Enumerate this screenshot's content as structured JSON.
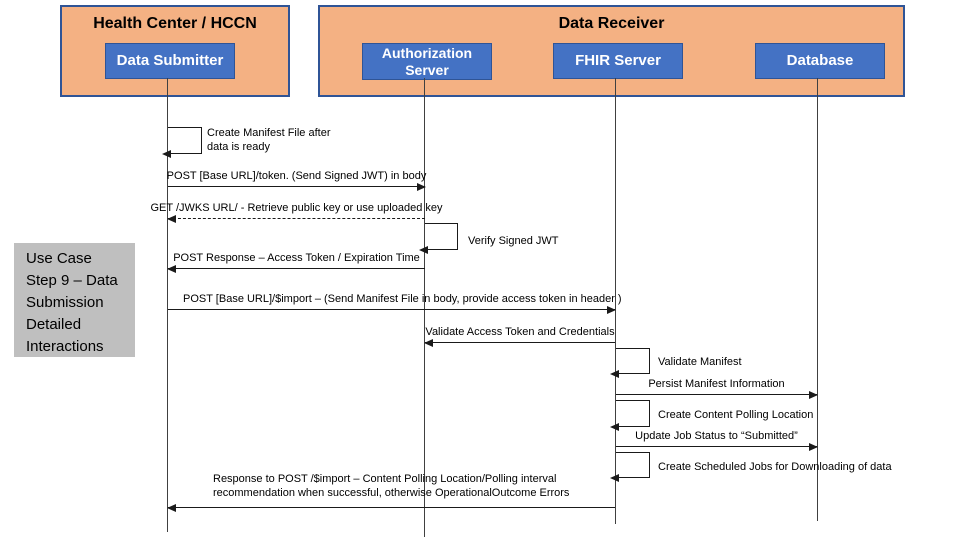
{
  "note": {
    "text": "Use Case\nStep 9 – Data\nSubmission\nDetailed\nInteractions"
  },
  "actors": {
    "health_center": {
      "title": "Health Center / HCCN",
      "data_submitter": "Data Submitter"
    },
    "data_receiver": {
      "title": "Data Receiver",
      "authorization_server": "Authorization Server",
      "fhir_server": "FHIR Server",
      "database": "Database"
    }
  },
  "messages": {
    "create_manifest": "Create Manifest File after\ndata is ready",
    "post_token": "POST    [Base URL]/token.  (Send Signed JWT) in body",
    "get_jwks": "GET /JWKS URL/ - Retrieve public key or use uploaded key",
    "verify_jwt": "Verify Signed JWT",
    "post_response": "POST Response  – Access Token / Expiration Time",
    "post_import": "POST    [Base URL]/$import – (Send Manifest File in body, provide access token in header )",
    "validate_token": "Validate Access Token and Credentials",
    "validate_manifest": "Validate Manifest",
    "persist_manifest": "Persist Manifest Information",
    "create_polling": "Create Content Polling Location",
    "update_job_status": "Update Job Status to “Submitted”",
    "create_scheduled_jobs": "Create Scheduled Jobs for Downloading of data",
    "import_response": "Response to POST /$import – Content Polling Location/Polling interval\nrecommendation  when successful, otherwise OperationalOutcome Errors"
  },
  "colors": {
    "container_fill": "#F4B183",
    "container_border": "#2F5496",
    "actor_fill": "#4472C4",
    "actor_border": "#2F5496",
    "note_bg": "#BFBFBF",
    "line": "#1a1a1a"
  }
}
